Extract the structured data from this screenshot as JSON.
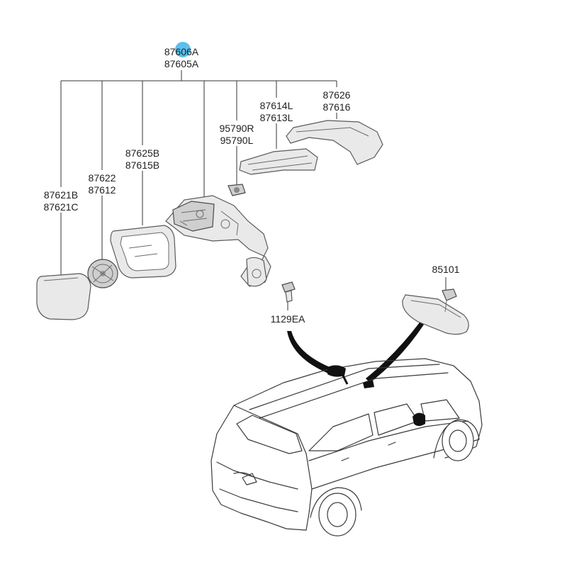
{
  "labels": {
    "assembly": {
      "line1": "87606A",
      "line2": "87605A"
    },
    "mirror_glass": {
      "line1": "87621B",
      "line2": "87621C"
    },
    "actuator": {
      "line1": "87622",
      "line2": "87612"
    },
    "housing": {
      "line1": "87625B",
      "line2": "87615B"
    },
    "camera": {
      "line1": "95790R",
      "line2": "95790L"
    },
    "side_repeater": {
      "line1": "87614L",
      "line2": "87613L"
    },
    "cover": {
      "line1": "87626",
      "line2": "87616"
    },
    "bolt": {
      "line1": "1129EA"
    },
    "inside_mirror": {
      "line1": "85101"
    }
  },
  "colors": {
    "highlight": "#5bbfee",
    "line": "#333333"
  }
}
